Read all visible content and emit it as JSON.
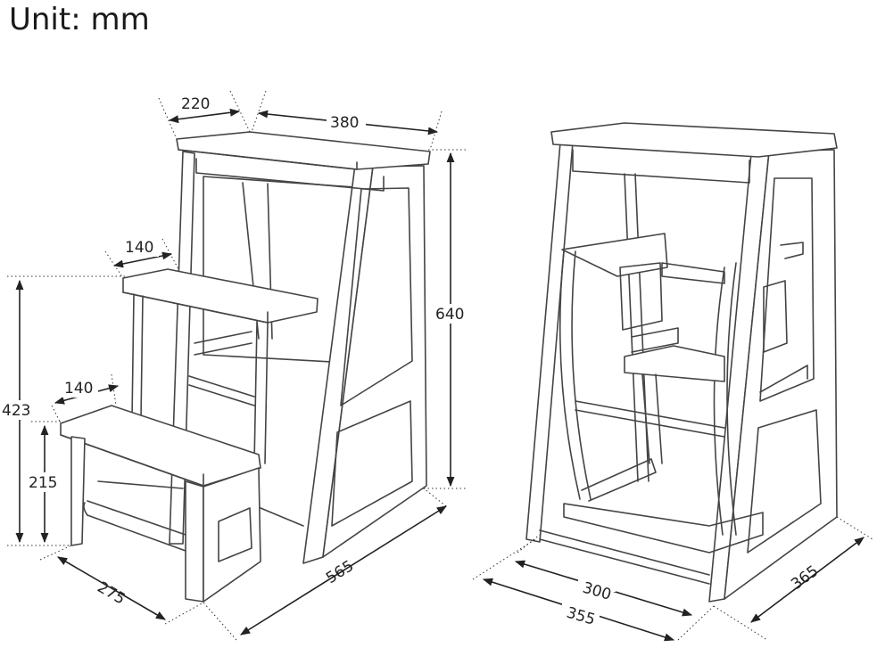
{
  "title": "Unit: mm",
  "dimensions": {
    "top_depth": "220",
    "top_width": "380",
    "height_total": "640",
    "step_upper_depth": "140",
    "step_lower_depth": "140",
    "height_upper_step": "423",
    "height_lower_step": "215",
    "base_depth": "275",
    "base_length": "565",
    "chair_inner_width": "300",
    "chair_base_width": "355",
    "chair_side_depth": "365"
  }
}
